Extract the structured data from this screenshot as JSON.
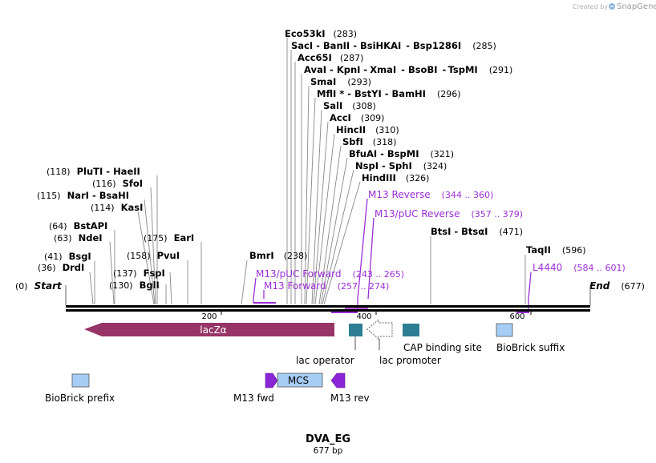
{
  "branding": {
    "created_by": "Created by",
    "app": "SnapGene"
  },
  "sequence": {
    "name": "DVA_EG",
    "length_label": "677 bp"
  },
  "ends": {
    "start_pos": "(0)",
    "start_label": "Start",
    "end_label": "End",
    "end_pos": "(677)"
  },
  "ruler": {
    "ticks": [
      "200",
      "400",
      "600"
    ]
  },
  "colors": {
    "primer": "#9b2fd6",
    "lacZ": "#963566",
    "operator": "#2e7f93",
    "biobrick": "#a6cdf5",
    "mcs": "#a6cdf5",
    "promoter_fill": "#ffffff"
  },
  "enzymes": [
    {
      "id": "eco53ki",
      "parts": [
        "Eco53kI"
      ],
      "pos": "(283)"
    },
    {
      "id": "saci",
      "parts": [
        "SacI",
        "BanII",
        "BsiHKAI",
        "Bsp1286I"
      ],
      "pos": "(285)"
    },
    {
      "id": "acc65i",
      "parts": [
        "Acc65I"
      ],
      "pos": "(287)"
    },
    {
      "id": "avai",
      "parts": [
        "AvaI",
        "KpnI",
        "XmaI",
        "BsoBI",
        "TspMI"
      ],
      "pos": "(291)"
    },
    {
      "id": "smai",
      "parts": [
        "SmaI"
      ],
      "pos": "(293)"
    },
    {
      "id": "mfli",
      "parts": [
        "MflI *",
        "BstYI",
        "BamHI"
      ],
      "pos": "(296)"
    },
    {
      "id": "sali",
      "parts": [
        "SalI"
      ],
      "pos": "(308)"
    },
    {
      "id": "acci",
      "parts": [
        "AccI"
      ],
      "pos": "(309)"
    },
    {
      "id": "hincii",
      "parts": [
        "HincII"
      ],
      "pos": "(310)"
    },
    {
      "id": "sbfi",
      "parts": [
        "SbfI"
      ],
      "pos": "(318)"
    },
    {
      "id": "bfuai",
      "parts": [
        "BfuAI",
        "BspMI"
      ],
      "pos": "(321)"
    },
    {
      "id": "nspi",
      "parts": [
        "NspI",
        "SphI"
      ],
      "pos": "(324)"
    },
    {
      "id": "hindiii",
      "parts": [
        "HindIII"
      ],
      "pos": "(326)"
    },
    {
      "id": "pluti",
      "parts": [
        "PluTI",
        "HaeII"
      ],
      "pos": "(118)"
    },
    {
      "id": "sfoi",
      "parts": [
        "SfoI"
      ],
      "pos": "(116)"
    },
    {
      "id": "nari",
      "parts": [
        "NarI",
        "BsaHI"
      ],
      "pos": "(115)"
    },
    {
      "id": "kasi",
      "parts": [
        "KasI"
      ],
      "pos": "(114)"
    },
    {
      "id": "bstapi",
      "parts": [
        "BstAPI"
      ],
      "pos": "(64)"
    },
    {
      "id": "ndei",
      "parts": [
        "NdeI"
      ],
      "pos": "(63)"
    },
    {
      "id": "bsgi",
      "parts": [
        "BsgI"
      ],
      "pos": "(41)"
    },
    {
      "id": "drdi",
      "parts": [
        "DrdI"
      ],
      "pos": "(36)"
    },
    {
      "id": "eari",
      "parts": [
        "EarI"
      ],
      "pos": "(175)"
    },
    {
      "id": "pvui",
      "parts": [
        "PvuI"
      ],
      "pos": "(158)"
    },
    {
      "id": "fspi",
      "parts": [
        "FspI"
      ],
      "pos": "(137)"
    },
    {
      "id": "bgli",
      "parts": [
        "BglI"
      ],
      "pos": "(130)"
    },
    {
      "id": "bmri",
      "parts": [
        "BmrI"
      ],
      "pos": "(238)"
    },
    {
      "id": "btsi",
      "parts": [
        "BtsI",
        "BtsαI"
      ],
      "pos": "(471)"
    },
    {
      "id": "taqii",
      "parts": [
        "TaqII"
      ],
      "pos": "(596)"
    }
  ],
  "primers": [
    {
      "id": "m13-reverse",
      "name": "M13 Reverse",
      "range": "(344 .. 360)"
    },
    {
      "id": "m13-puc-reverse",
      "name": "M13/pUC Reverse",
      "range": "(357 .. 379)"
    },
    {
      "id": "m13-puc-forward",
      "name": "M13/pUC Forward",
      "range": "(243 .. 265)"
    },
    {
      "id": "m13-forward",
      "name": "M13 Forward",
      "range": "(257 .. 274)"
    },
    {
      "id": "l4440",
      "name": "L4440",
      "range": "(584 .. 601)"
    }
  ],
  "features": {
    "lacZ": "lacZα",
    "lac_operator": "lac operator",
    "lac_promoter": "lac promoter",
    "cap_site": "CAP binding site",
    "biobrick_suffix": "BioBrick suffix",
    "biobrick_prefix": "BioBrick prefix",
    "m13_fwd": "M13 fwd",
    "mcs": "MCS",
    "m13_rev": "M13 rev"
  }
}
